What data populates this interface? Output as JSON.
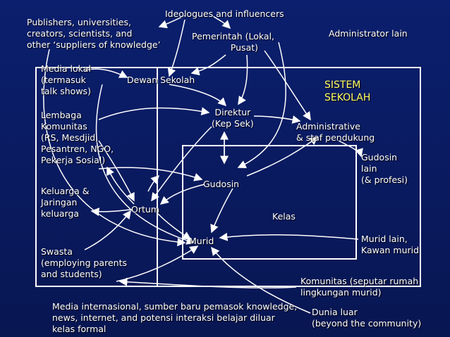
{
  "nodes": {
    "publishers": "Publishers, universities,\ncreators, scientists, and\nother ‘suppliers of knowledge’",
    "ideologues": "Ideologues and influencers",
    "pemerintah": "Pemerintah (Lokal,\n        Pusat)",
    "administrator_lain": "Administrator lain",
    "media_lokal": "Media lokal\n(termasuk\ntalk shows)",
    "dewan_sekolah": "Dewan Sekolah",
    "sistem_sekolah": "SISTEM\nSEKOLAH",
    "lembaga": "Lembaga\nKomunitas\n(RS, Mesdjid,\nPesantren, NGO,\nPekerja Sosial)",
    "direktur": "Direktur\n(Kep Sek)",
    "administrative": "Administrative\n& staf pendukung",
    "gudosin_lain": "Gudosin\nlain\n(& profesi)",
    "gudosin": "Gudosin",
    "keluarga": "Keluarga &\nJaringan\nkeluarga",
    "ortum": "Ortum",
    "kelas": "Kelas",
    "murid": "Murid",
    "murid_lain": "Murid lain,\nKawan murid",
    "swasta": "Swasta\n(employing parents\nand students)",
    "komunitas": "Komunitas (seputar rumah\nlingkungan murid)",
    "media_internasional": "Media internasional, sumber baru pemasok knowledge,\nnews, internet, and potensi interaksi belajar diluar\nkelas formal",
    "dunia_luar": "Dunia luar\n(beyond the community)"
  },
  "colors": {
    "background": "#0b1f6e",
    "text": "#ffffff",
    "title": "#ffff66"
  }
}
